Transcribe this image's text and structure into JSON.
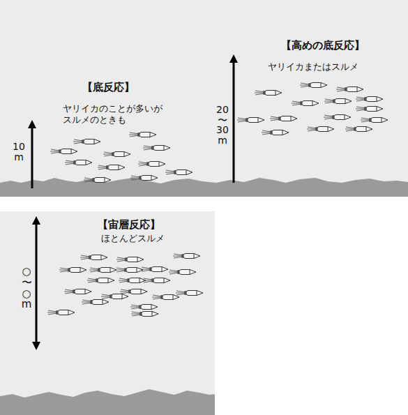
{
  "diagram": {
    "nodes": [
      {
        "text": [
          "【底反応】",
          "ヤリイカのことが多いが スルメのときも"
        ]
      },
      {
        "text": [
          "【高めの底反応】",
          "ヤリイカまたはスルメ"
        ]
      },
      {
        "text": [
          "【宙層反応】",
          "ほとんどスルメ"
        ]
      }
    ],
    "labels": [
      "10 m",
      "20 〜 30 m",
      "○ 〜 ○ m"
    ]
  }
}
